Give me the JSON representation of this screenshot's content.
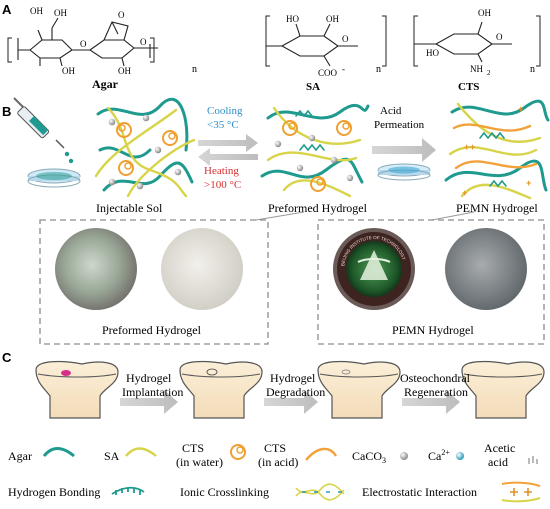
{
  "panels": {
    "a": "A",
    "b": "B",
    "c": "C"
  },
  "structures": {
    "agar": {
      "name": "Agar",
      "sub": "n",
      "groups": [
        "OH",
        "OH",
        "OH",
        "OH",
        "O",
        "O",
        "O"
      ]
    },
    "sa": {
      "name": "SA",
      "sub": "n",
      "groups": [
        "HO",
        "OH",
        "O",
        "COO",
        "-"
      ]
    },
    "cts": {
      "name": "CTS",
      "sub": "n",
      "groups": [
        "OH",
        "HO",
        "O",
        "NH",
        "2"
      ]
    }
  },
  "process": {
    "cooling": "Cooling",
    "cooling_temp": "<35 °C",
    "heating": "Heating",
    "heating_temp": ">100 °C",
    "acid1": "Acid",
    "acid2": "Permeation",
    "state1": "Injectable Sol",
    "state2": "Preformed Hydrogel",
    "state3": "PEMN Hydrogel",
    "photo_left_label": "Preformed Hydrogel",
    "photo_right_label": "PEMN Hydrogel",
    "emblem_text": "BEIJING INSTITUTE OF TECHNOLOGY"
  },
  "treatment": {
    "step1a": "Hydrogel",
    "step1b": "Implantation",
    "step2a": "Hydrogel",
    "step2b": "Degradation",
    "step3a": "Osteochondral",
    "step3b": "Regeneration"
  },
  "legend": {
    "agar": "Agar",
    "sa": "SA",
    "cts_water1": "CTS",
    "cts_water2": "(in water)",
    "cts_acid1": "CTS",
    "cts_acid2": "(in acid)",
    "caco3": "CaCO",
    "caco3_sub": "3",
    "ca": "Ca",
    "ca_sup": "2+",
    "acetic1": "Acetic",
    "acetic2": "acid",
    "hbond": "Hydrogen Bonding",
    "ionic": "Ionic Crosslinking",
    "electro": "Electrostatic Interaction"
  },
  "colors": {
    "agar": "#1f9a8e",
    "sa": "#d8d44a",
    "cts_water": "#f0a030",
    "cts_acid": "#f2a23a",
    "cooling": "#2d8fc9",
    "heating": "#d8302e",
    "arrow": "#c8c8c8"
  }
}
